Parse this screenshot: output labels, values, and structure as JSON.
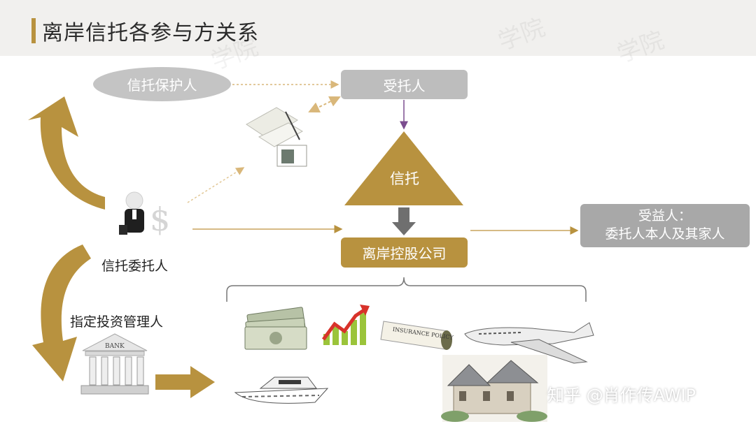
{
  "title": "离岸信托各参与方关系",
  "nodes": {
    "protector": "信托保护人",
    "trustee": "受托人",
    "trust": "信托",
    "settlor": "信托委托人",
    "investment_manager": "指定投资管理人",
    "offshore_company": "离岸控股公司",
    "beneficiary_line1": "受益人：",
    "beneficiary_line2": "委托人本人及其家人"
  },
  "bank_sign": "BANK",
  "insurance_text": "INSURANCE POLICY",
  "watermark": "知乎 @肖作传AWIP",
  "colors": {
    "gold": "#b8923f",
    "gray": "#bdbdbd",
    "dark_gray": "#7a7a7a",
    "purple": "#7b4d8f"
  }
}
